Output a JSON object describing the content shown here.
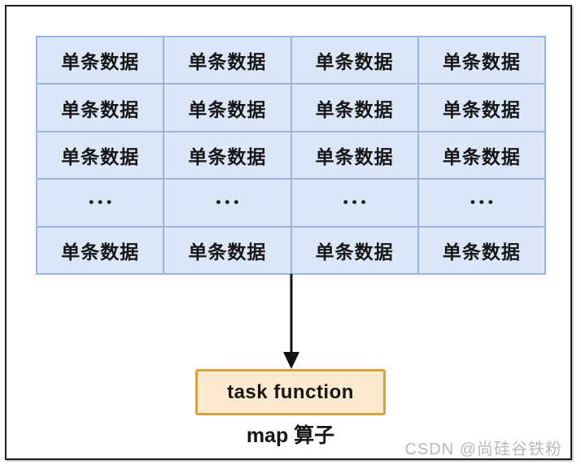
{
  "colors": {
    "cell_fill": "#dbe7f8",
    "cell_border": "#9ab5da",
    "box_fill": "#fcead0",
    "box_border": "#d9a43c",
    "frame_border": "#1d1d1d",
    "watermark_color": "#b9b9b9"
  },
  "grid": {
    "rows": [
      {
        "cells": [
          "单条数据",
          "单条数据",
          "单条数据",
          "单条数据"
        ]
      },
      {
        "cells": [
          "单条数据",
          "单条数据",
          "单条数据",
          "单条数据"
        ]
      },
      {
        "cells": [
          "单条数据",
          "单条数据",
          "单条数据",
          "单条数据"
        ]
      },
      {
        "cells": [
          "•••",
          "•••",
          "•••",
          "•••"
        ]
      },
      {
        "cells": [
          "单条数据",
          "单条数据",
          "单条数据",
          "单条数据"
        ]
      }
    ]
  },
  "task_box": {
    "label": "task function"
  },
  "caption": "map 算子",
  "watermark": "CSDN @尚硅谷铁粉"
}
